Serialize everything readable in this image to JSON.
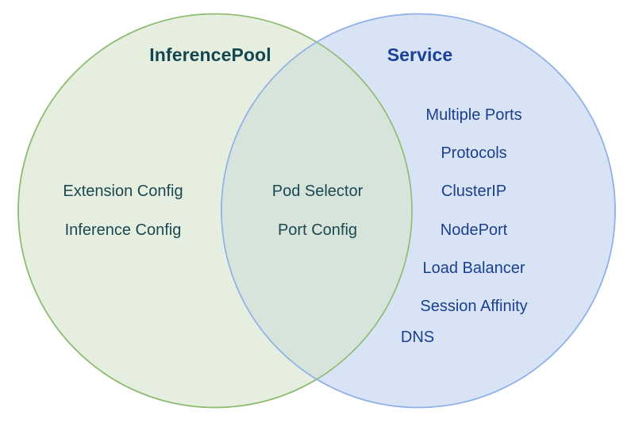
{
  "diagram": {
    "type": "venn",
    "background": "#ffffff",
    "left_circle": {
      "title": "InferencePool",
      "title_color": "#14464f",
      "fill": "#e6efdf",
      "stroke": "#8cba6e",
      "items": [
        "Extension Config",
        "Inference Config"
      ],
      "item_color": "#1b4851"
    },
    "intersection": {
      "fill": "#d7e4dc",
      "items": [
        "Pod Selector",
        "Port Config"
      ],
      "item_color": "#1b4851"
    },
    "right_circle": {
      "title": "Service",
      "title_color": "#1a3f99",
      "fill": "#d5e2f5",
      "stroke": "#8fb0e8",
      "items": [
        "Multiple Ports",
        "Protocols",
        "ClusterIP",
        "NodePort",
        "Load Balancer",
        "Session Affinity",
        "DNS"
      ],
      "item_color": "#1b3f8f"
    }
  }
}
